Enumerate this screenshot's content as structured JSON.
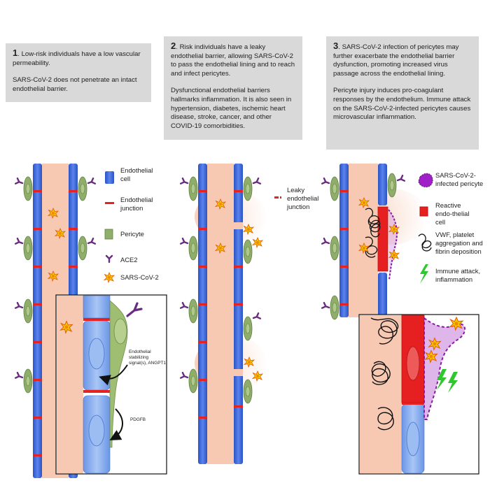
{
  "panels": [
    {
      "number": "1",
      "lines": [
        "Low-risk individuals have a low vascular permeability."
      ],
      "paragraph2": "SARS-CoV-2 does not penetrate an intact endothelial barrier."
    },
    {
      "number": "2",
      "lines": [
        "Risk individuals have a leaky endothelial barrier, allowing SARS-CoV-2 to pass the endothelial lining and to reach and infect pericytes."
      ],
      "paragraph2": "Dysfunctional endothelial barriers hallmarks inflammation. It is also seen in hypertension, diabetes, ischemic heart disease, stroke, cancer, and other COVID-19 comorbidities."
    },
    {
      "number": "3",
      "lines": [
        "SARS-CoV-2 infection of pericytes may further exacerbate the endothelial barrier dysfunction, promoting increased virus passage across the endothelial lining."
      ],
      "paragraph2": "Pericyte injury induces pro-coagulant responses by the endothelium. Immune attack on the SARS-CoV-2-infected pericytes causes microvascular inflammation."
    }
  ],
  "legend1": {
    "endothelial_cell": "Endothelial cell",
    "endothelial_junction": "Endothelial junction",
    "pericyte": "Pericyte",
    "ace2": "ACE2",
    "sars": "SARS-CoV-2"
  },
  "legend2": {
    "leaky_junction": "Leaky endothelial junction"
  },
  "legend3": {
    "infected_pericyte": "SARS-CoV-2-infected pericyte",
    "reactive_cell": "Reactive endo-thelial cell",
    "vwf": "VWF, platelet aggregation and fibrin deposition",
    "immune": "Immune attack, inflammation"
  },
  "inset1": {
    "stabilizing": "Endothelial stabilizing signal(s), ANGPT1",
    "pdgfb": "PDGFB"
  },
  "colors": {
    "lumen": "#f7c9b3",
    "endothelium": "#3a63d6",
    "junction": "#e52222",
    "pericyte": "#8fae6a",
    "ace2": "#6a2c80",
    "virus": "#f5c800",
    "infected": "#a020c8",
    "reactive": "#e62020",
    "immune": "#2ec82e",
    "box": "#d9d9d9"
  }
}
